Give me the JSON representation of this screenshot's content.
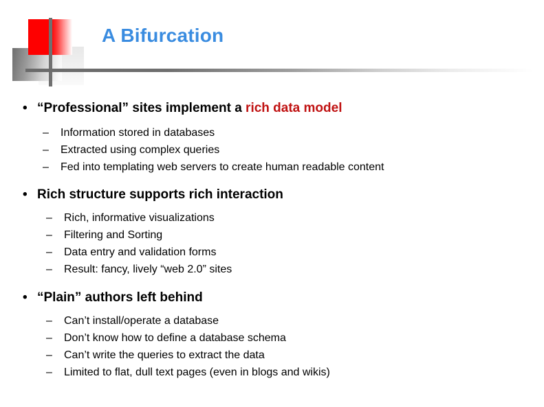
{
  "slide": {
    "title": "A Bifurcation",
    "title_color": "#3a8ce0",
    "accent_red": "#c01212",
    "logo_red": "#fe0000",
    "rule_gray": "#6a6a6a",
    "background": "#ffffff"
  },
  "content": {
    "groups": [
      {
        "bullet_marker": "•",
        "heading_pre": "“Professional” sites implement a ",
        "heading_accent": "rich data model",
        "sub_marker": "–",
        "sub_items": [
          "Information stored in databases",
          "Extracted using complex queries",
          "Fed into templating web servers to create human readable content"
        ]
      },
      {
        "bullet_marker": "•",
        "heading_pre": "Rich structure supports rich interaction",
        "heading_accent": "",
        "sub_marker": "–",
        "sub_items": [
          "Rich, informative visualizations",
          "Filtering and Sorting",
          "Data entry and validation forms",
          "Result: fancy, lively “web 2.0” sites"
        ]
      },
      {
        "bullet_marker": "•",
        "heading_pre": "“Plain” authors left behind",
        "heading_accent": "",
        "sub_marker": "–",
        "sub_items": [
          "Can’t install/operate a database",
          "Don’t know how to define a database schema",
          "Can’t write the queries to extract the data",
          "Limited to flat, dull text pages (even in blogs and wikis)"
        ]
      }
    ]
  }
}
